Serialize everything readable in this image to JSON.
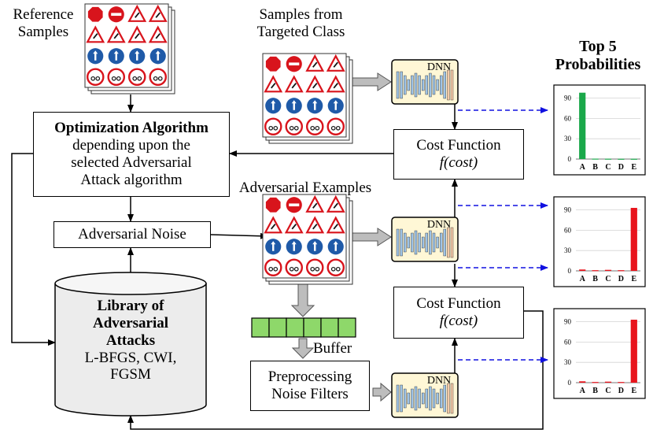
{
  "labels": {
    "reference_samples": [
      "Reference",
      "Samples"
    ],
    "samples_targeted": [
      "Samples from",
      "Targeted Class"
    ],
    "adversarial_examples": "Adversarial Examples",
    "top5": [
      "Top 5",
      "Probabilities"
    ],
    "buffer": "Buffer",
    "dnn": "DNN"
  },
  "boxes": {
    "optimization": {
      "title": "Optimization Algorithm",
      "lines": [
        "depending upon the",
        "selected Adversarial",
        "Attack algorithm"
      ]
    },
    "adversarial_noise": "Adversarial Noise",
    "library": {
      "title_lines": [
        "Library of",
        "Adversarial",
        "Attacks"
      ],
      "lines": [
        "L-BFGS, CWI,",
        "FGSM"
      ]
    },
    "cost_function": {
      "title": "Cost Function",
      "formula": "f(cost)"
    },
    "preprocessing": [
      "Preprocessing",
      "Noise Filters"
    ]
  },
  "colors": {
    "green_bar": "#1aa84a",
    "red_bar": "#e8141c",
    "dnn_bg": "#fff7d6",
    "dnn_layer_blue": "#9ec3e6",
    "dnn_layer_peach": "#f4c9a8",
    "dashed_arrow": "#1010e0",
    "buffer_cell": "#8ed86a",
    "library_fill": "#ececec",
    "sign_red": "#d8141c",
    "sign_blue": "#1f5aa8"
  },
  "chart_data": [
    {
      "type": "bar",
      "categories": [
        "A",
        "B",
        "C",
        "D",
        "E"
      ],
      "values": [
        98,
        0.6,
        0.5,
        0.4,
        0.4
      ],
      "yticks": [
        0,
        30,
        60,
        90
      ],
      "ylim": [
        0,
        100
      ],
      "bar_color": "#1aa84a",
      "grid": true
    },
    {
      "type": "bar",
      "categories": [
        "A",
        "B",
        "C",
        "D",
        "E"
      ],
      "values": [
        2,
        1,
        1.5,
        1,
        93
      ],
      "yticks": [
        0,
        30,
        60,
        90
      ],
      "ylim": [
        0,
        100
      ],
      "bar_color": "#e8141c",
      "grid": true
    },
    {
      "type": "bar",
      "categories": [
        "A",
        "B",
        "C",
        "D",
        "E"
      ],
      "values": [
        2,
        1,
        1.5,
        1,
        93
      ],
      "yticks": [
        0,
        30,
        60,
        90
      ],
      "ylim": [
        0,
        100
      ],
      "bar_color": "#e8141c",
      "grid": true
    }
  ]
}
